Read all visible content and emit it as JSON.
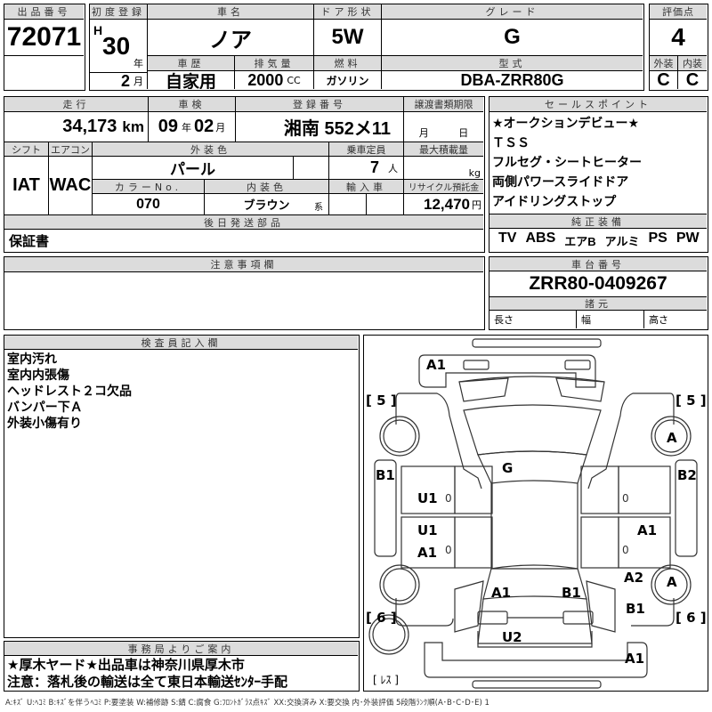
{
  "lot": {
    "header": "出品番号",
    "value": "72071"
  },
  "first_reg": {
    "header": "初度登録",
    "era": "H",
    "year": "30",
    "year_unit": "年",
    "month": "2",
    "month_unit": "月"
  },
  "car_name": {
    "header": "車名",
    "value": "ノア"
  },
  "door": {
    "header": "ドア形状",
    "value": "5W"
  },
  "grade": {
    "header": "グレード",
    "value": "G"
  },
  "history": {
    "header": "車歴",
    "value": "自家用"
  },
  "displacement": {
    "header": "排気量",
    "value": "2000",
    "unit": "CC"
  },
  "fuel": {
    "header": "燃料",
    "value": "ガソリン"
  },
  "model": {
    "header": "型式",
    "value": "DBA-ZRR80G"
  },
  "score": {
    "header": "評価点",
    "value": "4",
    "ext_header": "外装",
    "int_header": "内装",
    "ext_value": "C",
    "int_value": "C"
  },
  "mileage": {
    "header": "走行",
    "value": "34,173",
    "unit": "km"
  },
  "inspection": {
    "header": "車検",
    "year": "09",
    "year_unit": "年",
    "month": "02",
    "month_unit": "月"
  },
  "plate": {
    "header": "登録番号",
    "value": "湘南 552メ11"
  },
  "transfer": {
    "header": "譲渡書類期限",
    "month_unit": "月",
    "day_unit": "日"
  },
  "shift": {
    "header": "シフト",
    "value": "IAT"
  },
  "ac": {
    "header": "エアコン",
    "value": "WAC"
  },
  "ext_color": {
    "header": "外装色",
    "value": "パール"
  },
  "capacity": {
    "header": "乗車定員",
    "value": "7",
    "unit": "人"
  },
  "max_load": {
    "header": "最大積載量",
    "unit": "kg"
  },
  "color_no": {
    "header": "カラーNo.",
    "value": "070"
  },
  "int_color": {
    "header": "内装色",
    "value": "ブラウン",
    "suffix": "系"
  },
  "import": {
    "header": "輸入車"
  },
  "recycle": {
    "header": "リサイクル預託金",
    "value": "12,470",
    "unit": "円"
  },
  "later_parts": {
    "header": "後日発送部品",
    "value": "保証書"
  },
  "sales_points": {
    "header": "セールスポイント",
    "items": [
      "★オークションデビュー★",
      "ＴＳＳ",
      "フルセグ・シートヒーター",
      "両側パワースライドドア",
      "アイドリングストップ"
    ]
  },
  "equipment": {
    "header": "純正装備",
    "items": [
      "TV",
      "ABS",
      "エアB",
      "アルミ",
      "PS",
      "PW"
    ]
  },
  "notes": {
    "header": "注意事項欄"
  },
  "chassis": {
    "header": "車台番号",
    "value": "ZRR80-0409267"
  },
  "specs": {
    "header": "諸元",
    "length": "長さ",
    "width": "幅",
    "height": "高さ"
  },
  "inspector": {
    "header": "検査員記入欄",
    "lines": [
      "室内汚れ",
      "室内内張傷",
      "ヘッドレスト２コ欠品",
      "バンパー下Ａ",
      "外装小傷有り"
    ]
  },
  "office": {
    "header": "事務局よりご案内",
    "lines": [
      "★厚木ヤード★出品車は神奈川県厚木市",
      "注意：落札後の輸送は全て東日本輸送ｾﾝﾀｰ手配"
    ]
  },
  "diagram": {
    "tread_fl": "[ 5 ]",
    "tread_fr": "[ 5 ]",
    "tread_rl": "[ 6 ]",
    "tread_rr": "[ 6 ]",
    "spare": "[ ﾚｽ ]",
    "marks": {
      "front_bumper": "A1",
      "windshield": "G",
      "left_fender": "B1",
      "right_fender": "B2",
      "fr_wheel": "A",
      "rr_wheel": "A",
      "lf_door": "U1",
      "lr_door_1": "U1",
      "lr_door_2": "A1",
      "rr_door": "A1",
      "r_quarter_1": "A2",
      "r_quarter_2": "B1",
      "rear_l": "A1",
      "rear_r": "B1",
      "rear_panel": "U2",
      "rear_bumper": "A1",
      "zero_1": "0",
      "zero_2": "0",
      "zero_3": "0",
      "zero_4": "0"
    }
  },
  "legend": "A:ｷｽﾞ U:ﾍｺﾐ B:ｷｽﾞを伴うﾍｺﾐ P:要塗装 W:補修跡 S:錆 C:腐食 G:ﾌﾛﾝﾄｶﾞﾗｽ点ｷｽﾞ XX:交換済み X:要交換 内･外装評価 5段階ﾗﾝｸ順(A･B･C･D･E) 1"
}
